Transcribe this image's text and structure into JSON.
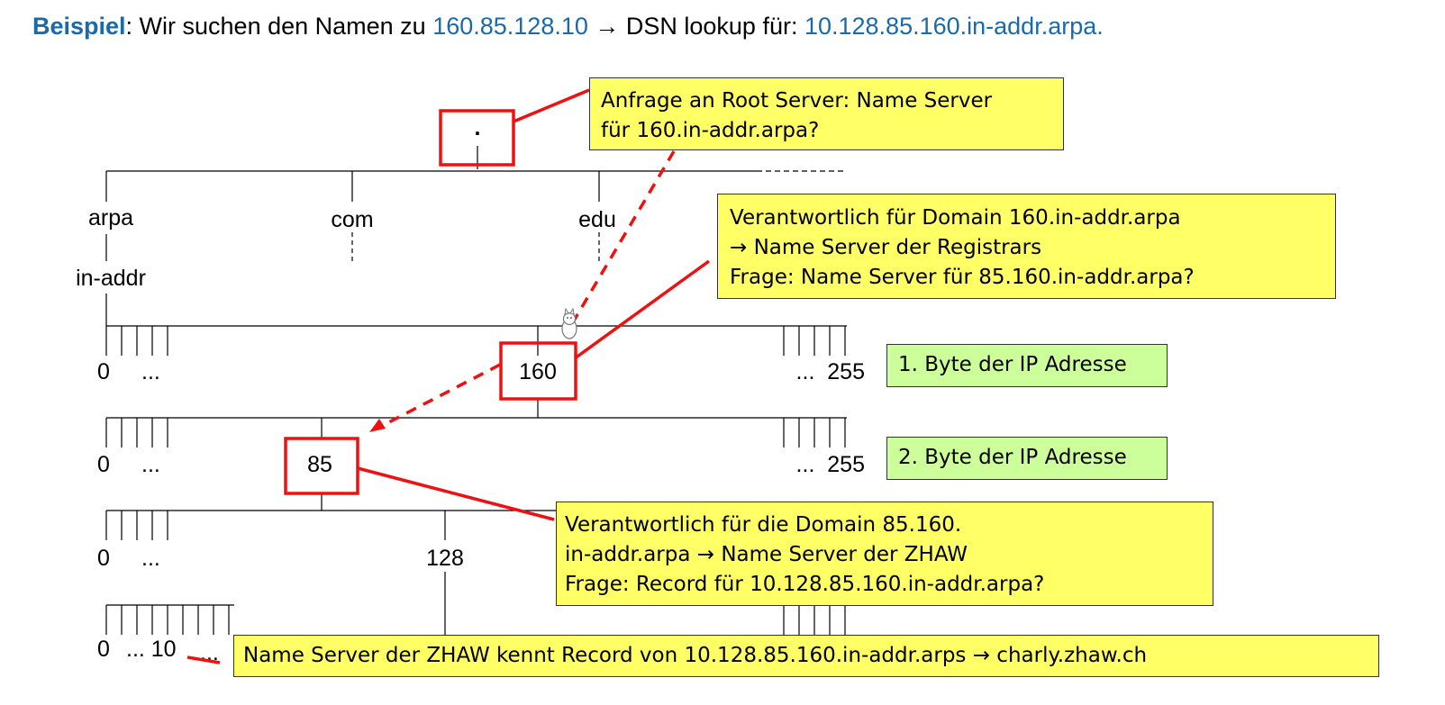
{
  "title": {
    "keyword": "Beispiel",
    "prefix": ": Wir suchen den Namen zu ",
    "ip": "160.85.128.10",
    "middle": " → DSN lookup für: ",
    "reverse": "10.128.85.160.in-addr.arpa."
  },
  "tree": {
    "root": ".",
    "tld": [
      "arpa",
      "com",
      "edu"
    ],
    "in_addr": "in-addr",
    "level1": {
      "first": "0",
      "dots": "...",
      "selected": "160",
      "last": "...  255"
    },
    "level2": {
      "first": "0",
      "dots": "...",
      "selected": "85",
      "last": "...  255"
    },
    "level3": {
      "first": "0",
      "dots": "...",
      "value": "128"
    },
    "level4": {
      "first": "0",
      "dots": "... 10",
      "tail": "..."
    }
  },
  "callouts": {
    "root_query": [
      "Anfrage an Root Server: Name Server",
      "für 160.in-addr.arpa?"
    ],
    "registrar": [
      "Verantwortlich für Domain 160.in-addr.arpa",
      "→ Name Server der Registrars",
      "Frage: Name Server für 85.160.in-addr.arpa?"
    ],
    "zhaw": [
      "Verantwortlich für die Domain 85.160.",
      "in-addr.arpa → Name Server der ZHAW",
      "Frage: Record für 10.128.85.160.in-addr.arpa?"
    ],
    "record": "Name Server der ZHAW kennt Record von 10.128.85.160.in-addr.arps → charly.zhaw.ch"
  },
  "byte_labels": [
    "1. Byte der IP Adresse",
    "2. Byte der IP Adresse"
  ],
  "colors": {
    "accent": "#1a6aaa",
    "highlight": "#ee1111",
    "callout": "#ffff66",
    "byte_label": "#ccff99"
  }
}
